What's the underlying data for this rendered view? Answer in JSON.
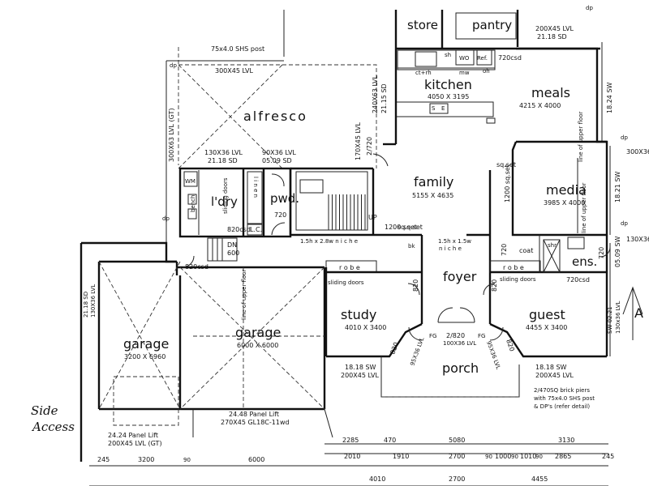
{
  "rooms": {
    "store": "store",
    "pantry": "pantry",
    "kitchen": "kitchen",
    "kitchen_dim": "4050 X 3195",
    "meals": "meals",
    "meals_dim": "4215 X 4000",
    "alfresco": "alfresco",
    "family": "family",
    "family_dim": "5155 X 4635",
    "media": "media",
    "media_dim": "3985 X 4000",
    "laundry": "l'dry",
    "powder": "pwd.",
    "foyer": "foyer",
    "study": "study",
    "study_dim": "4010 X 3400",
    "guest": "guest",
    "guest_dim": "4455 X 3400",
    "garage1": "garage",
    "garage1_dim": "3200 X 6960",
    "garage2": "garage",
    "garage2_dim": "6000 X 6000",
    "porch": "porch",
    "ensuite": "ens.",
    "coat": "coat",
    "lc": "L.C.",
    "robe1": "r o b e",
    "robe2": "r o b e",
    "linen": "l i n e n",
    "wm": "WM",
    "bench": "bench"
  },
  "labels": {
    "post_top": "75x4.0 SHS post",
    "lvl_300": "300X45 LVL",
    "lvl_300_vertical": "300X63 LVL (GT)",
    "lvl_130": "130X36 LVL",
    "sd_2118_a": "21.18 SD",
    "lvl_90": "90X36 LVL",
    "sd_0509": "05.09 SD",
    "lvl_170": "170X45 LVL",
    "lvl_2720": "2/720",
    "lvl_240": "240X63 LVL",
    "sd_2115": "21.15 SD",
    "lvl_200_top": "200X45 LVL",
    "sd_2118_top": "21.18 SD",
    "csd_720_top": "720csd",
    "sw_1824": "18.24 SW",
    "sw_1821": "18.21 SW",
    "lvl_300_right": "300X36",
    "lvl_130_right": "130X36",
    "sw_0509": "05.09 SW",
    "line_upper_1": "line of upper floor",
    "line_upper_2": "line of upper floor",
    "line_upper_3": "line of upper floor",
    "sq_set_1": "sq.set",
    "sq_set_2": "sq.set",
    "sq_set_3": "1200 sq.set",
    "sq_set_4": "1200 sq.set",
    "niche_1": "1.5h x 2.8w  n i c h e",
    "niche_2": "1.5h x 1.5w",
    "niche_2b": "n i c h e",
    "sliding_1": "sliding doors",
    "sliding_2": "sliding doors",
    "sliding_3": "sliding doors",
    "csd_820_a": "820csd",
    "csd_820_b": "820csd",
    "csd_720_b": "720csd",
    "d720_a": "720",
    "d720_b": "720",
    "d720_c": "720",
    "d820_a": "820",
    "d820_b": "820",
    "d820_c": "820",
    "d820_d": "820",
    "dn": "DN",
    "dn_600": "600",
    "up": "UP",
    "bk": "bk",
    "sh": "sh",
    "shr": "shr",
    "wo": "WO",
    "ref": "Ref.",
    "ctrh": "ct+rh",
    "mw": "mw",
    "oh": "oh",
    "dp_1": "dp",
    "dp_2": "dp",
    "dp_3": "dp",
    "dp_4": "dp",
    "dp_5": "dp",
    "fg_1": "FG",
    "fg_2": "FG",
    "lvl_9536_a": "95X36 LVL",
    "lvl_9536_b": "95X36 LVL",
    "porch_door": "2/820",
    "porch_lvl": "100X36 LVL",
    "sw_1818_a": "18.18 SW",
    "lvl_200_a": "200X45 LVL",
    "sw_1818_b": "18.18 SW",
    "lvl_200_b": "200X45 LVL",
    "brick_1": "2/470SQ brick piers",
    "brick_2": "with 75x4.0 SHS post",
    "brick_3": "& DP's (refer detail)",
    "panel_1": "24.48 Panel Lift",
    "panel_1b": "270X45 GL18C-11wd",
    "panel_2": "24.24 Panel Lift",
    "panel_2b": "200X45 LVL (GT)",
    "left_side": "21.18 SD",
    "left_side_b": "130X36 LVL",
    "sw_right_a": "SW 02.21",
    "sw_right_b": "130x36 LVL",
    "arrow_a": "A",
    "side_1": "Side",
    "side_2": "Access",
    "fridge_s": "S",
    "fridge_e": "E"
  },
  "dimensions": {
    "row1": [
      "2285",
      "470",
      "5080",
      "3130"
    ],
    "row2": [
      "2010",
      "1910",
      "2700",
      "90",
      "1000",
      "90",
      "1010",
      "90",
      "2865",
      "245"
    ],
    "row3": [
      "245",
      "3200",
      "90",
      "6000"
    ],
    "row4": [
      "4010",
      "2700",
      "4455"
    ]
  }
}
